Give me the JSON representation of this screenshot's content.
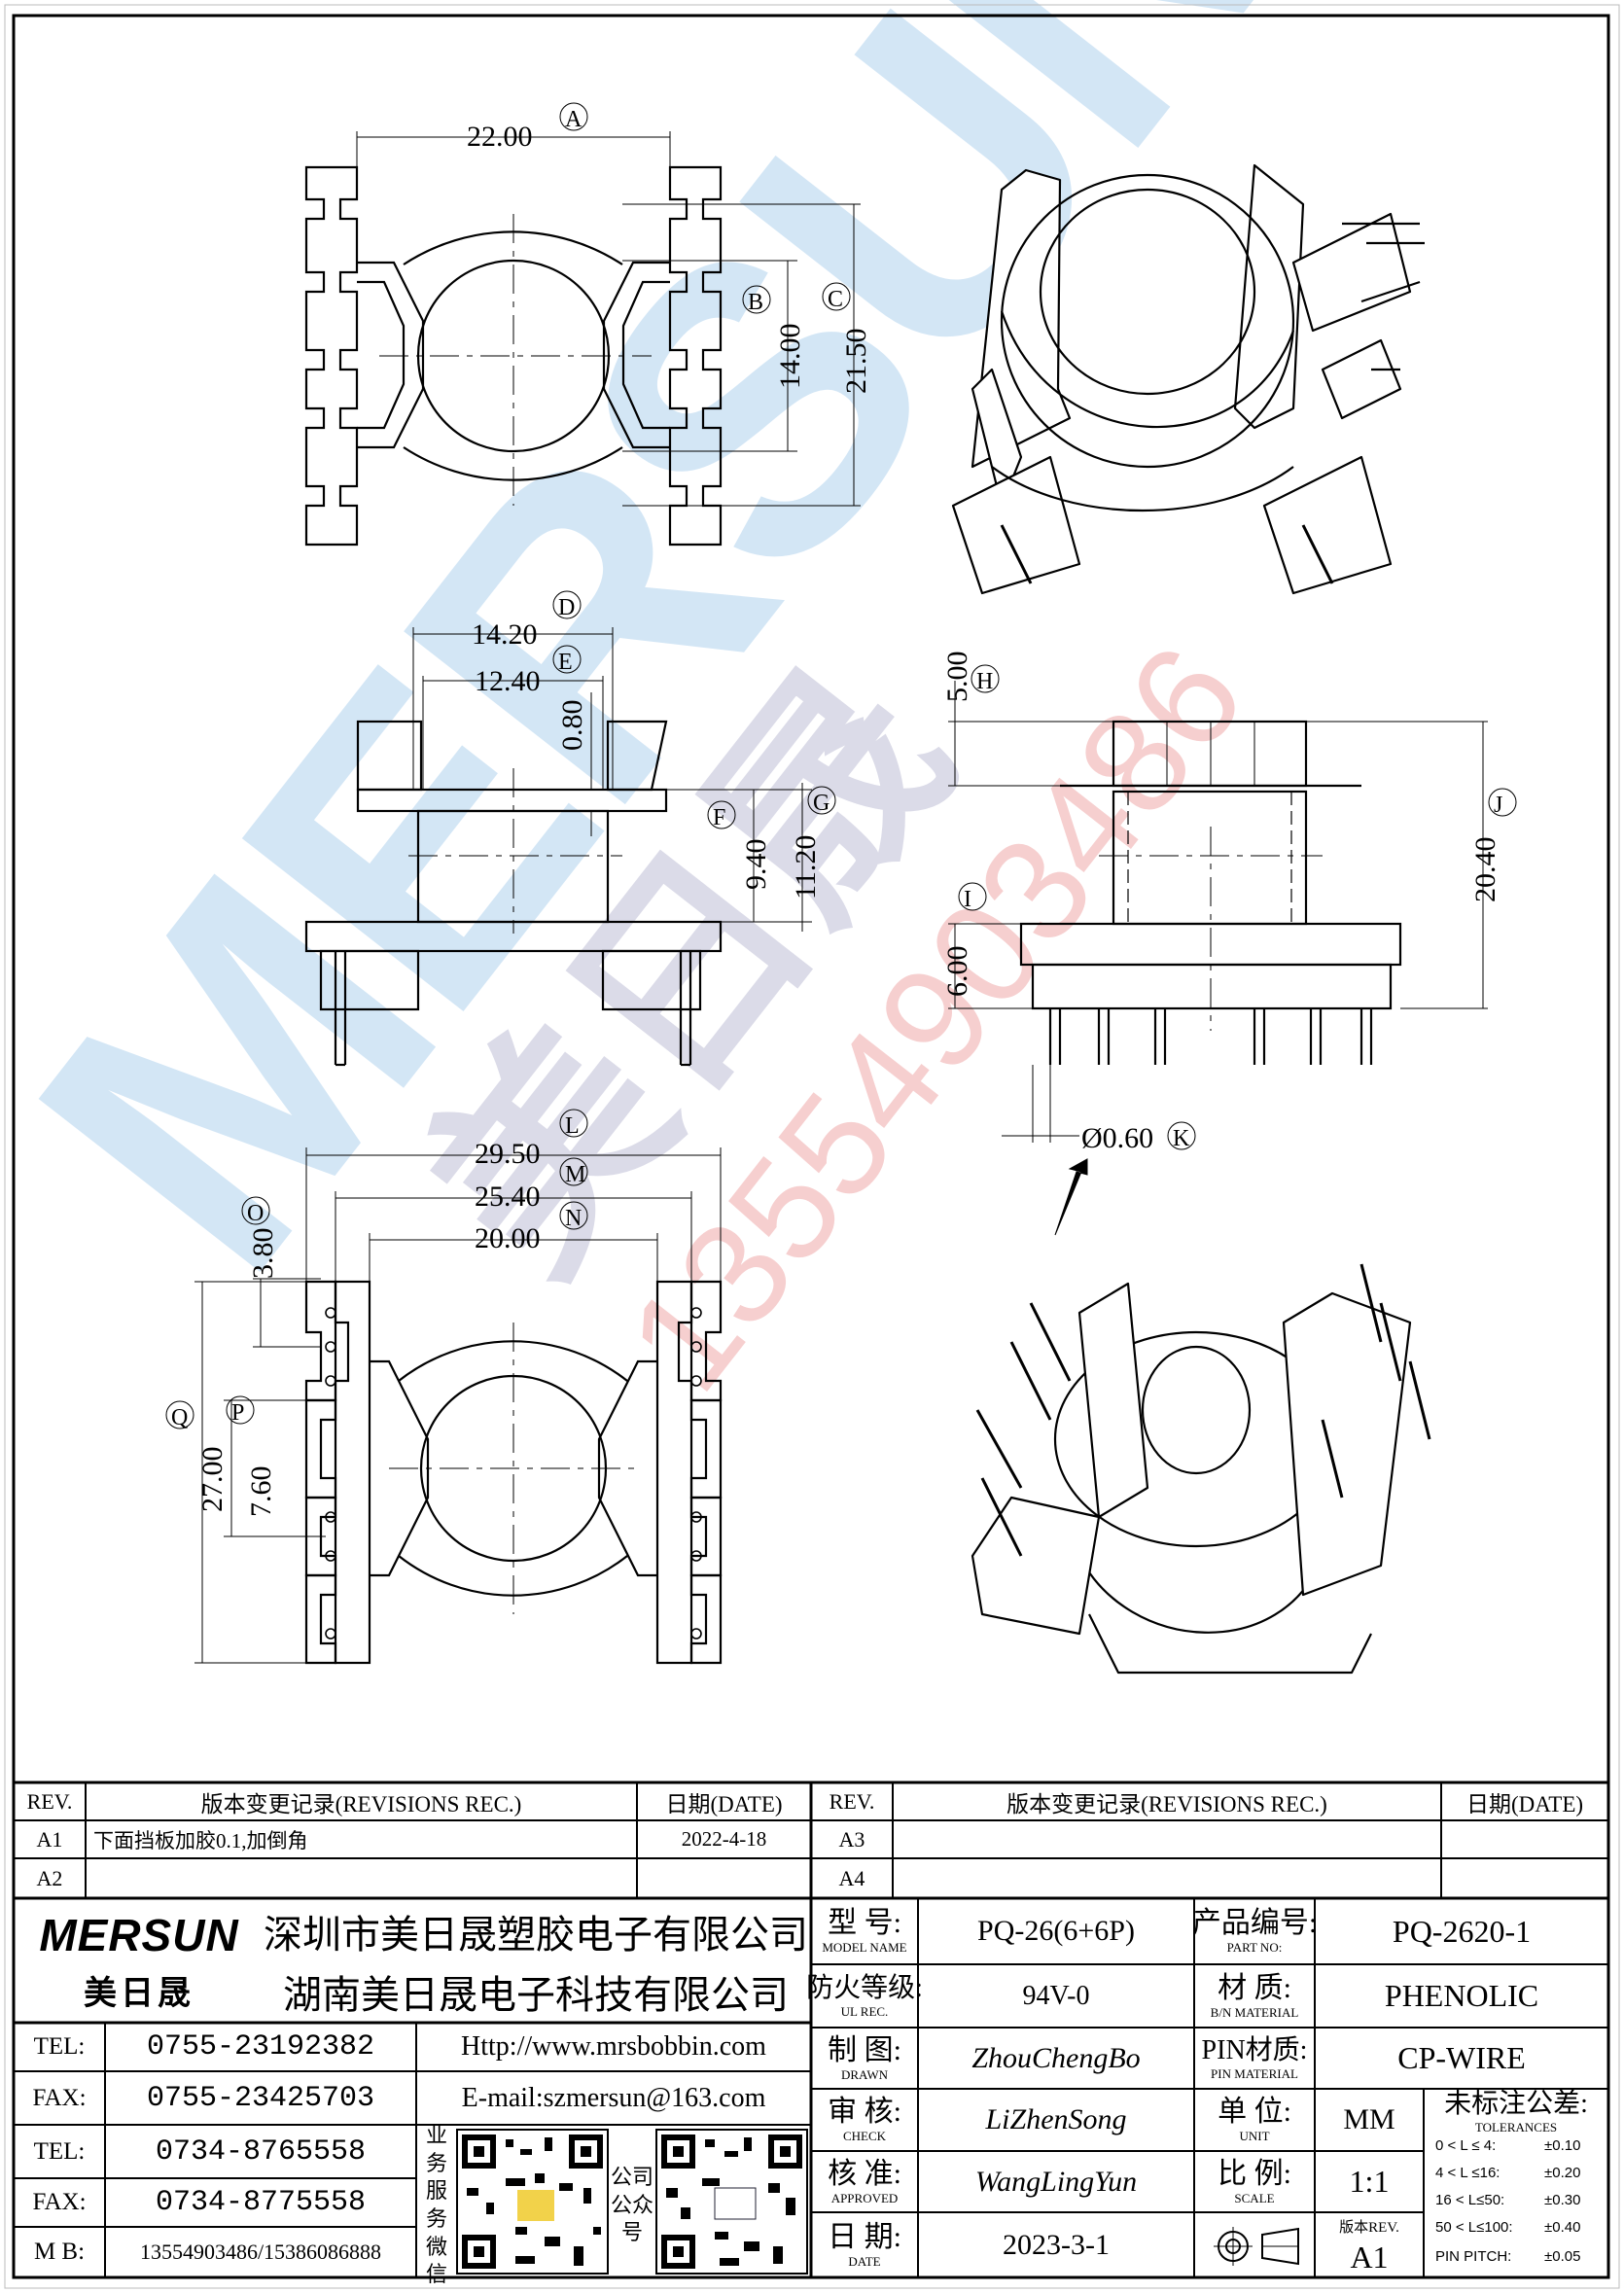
{
  "watermark": {
    "brand": "MERSUN",
    "cn": "美日晟",
    "phone": "13554903486"
  },
  "dims": {
    "A": {
      "value": "22.00",
      "tag": "A"
    },
    "B": {
      "value": "14.00",
      "tag": "B"
    },
    "C": {
      "value": "21.50",
      "tag": "C"
    },
    "D": {
      "value": "14.20",
      "tag": "D"
    },
    "E": {
      "value": "12.40",
      "tag": "E"
    },
    "E2": {
      "value": "0.80"
    },
    "F": {
      "value": "9.40",
      "tag": "F"
    },
    "G": {
      "value": "11.20",
      "tag": "G"
    },
    "H": {
      "value": "5.00",
      "tag": "H"
    },
    "I": {
      "value": "6.00",
      "tag": "I"
    },
    "J": {
      "value": "20.40",
      "tag": "J"
    },
    "K": {
      "value": "Ø0.60",
      "tag": "K"
    },
    "L": {
      "value": "29.50",
      "tag": "L"
    },
    "M": {
      "value": "25.40",
      "tag": "M"
    },
    "N": {
      "value": "20.00",
      "tag": "N"
    },
    "O": {
      "value": "3.80",
      "tag": "O"
    },
    "P": {
      "value": "7.60",
      "tag": "P"
    },
    "Q": {
      "value": "27.00",
      "tag": "Q"
    }
  },
  "rev_left": {
    "h_rev": "REV.",
    "h_rec": "版本变更记录(REVISIONS REC.)",
    "h_date": "日期(DATE)",
    "rows": [
      {
        "rev": "A1",
        "rec": "下面挡板加胶0.1,加倒角",
        "date": "2022-4-18"
      },
      {
        "rev": "A2",
        "rec": "",
        "date": ""
      }
    ]
  },
  "rev_right": {
    "h_rev": "REV.",
    "h_rec": "版本变更记录(REVISIONS REC.)",
    "h_date": "日期(DATE)",
    "rows": [
      {
        "rev": "A3",
        "rec": "",
        "date": ""
      },
      {
        "rev": "A4",
        "rec": "",
        "date": ""
      }
    ]
  },
  "company": {
    "logo": "MERSUN",
    "logo_cn": "美日晟",
    "name1": "深圳市美日晟塑胶电子有限公司",
    "name2": "湖南美日晟电子科技有限公司"
  },
  "contacts": [
    {
      "label": "TEL:",
      "value": "0755-23192382",
      "extra": "Http://www.mrsbobbin.com"
    },
    {
      "label": "FAX:",
      "value": "0755-23425703",
      "extra": "E-mail:szmersun@163.com"
    },
    {
      "label": "TEL:",
      "value": "0734-8765558"
    },
    {
      "label": "FAX:",
      "value": "0734-8775558"
    },
    {
      "label": "M B:",
      "value": "13554903486/15386086888"
    }
  ],
  "qr": {
    "left_label": "业务服务微信",
    "right_label": "公司公众号"
  },
  "title_block": {
    "model_cn": "型 号:",
    "model_en": "MODEL NAME",
    "model": "PQ-26(6+6P)",
    "part_cn": "产品编号:",
    "part_en": "PART NO:",
    "part": "PQ-2620-1",
    "ul_cn": "防火等级:",
    "ul_en": "UL REC.",
    "ul": "94V-0",
    "mat_cn": "材 质:",
    "mat_en": "B/N MATERIAL",
    "mat": "PHENOLIC",
    "drawn_cn": "制 图:",
    "drawn_en": "DRAWN",
    "drawn": "ZhouChengBo",
    "pinmat_cn": "PIN材质:",
    "pinmat_en": "PIN MATERIAL",
    "pinmat": "CP-WIRE",
    "check_cn": "审 核:",
    "check_en": "CHECK",
    "check": "LiZhenSong",
    "unit_cn": "单 位:",
    "unit_en": "UNIT",
    "unit": "MM",
    "tol_cn": "未标注公差:",
    "tol_en": "TOLERANCES",
    "approved_cn": "核 准:",
    "approved_en": "APPROVED",
    "approved": "WangLingYun",
    "scale_cn": "比 例:",
    "scale_en": "SCALE",
    "scale": "1:1",
    "date_cn": "日 期:",
    "date_en": "DATE",
    "date": "2023-3-1",
    "ver_cn": "版本REV.",
    "ver": "A1",
    "tolerances": [
      {
        "range": "0 < L ≤ 4:",
        "tol": "±0.10"
      },
      {
        "range": "4 < L ≤16:",
        "tol": "±0.20"
      },
      {
        "range": "16 < L≤50:",
        "tol": "±0.30"
      },
      {
        "range": "50 < L≤100:",
        "tol": "±0.40"
      },
      {
        "range": "PIN PITCH:",
        "tol": "±0.05"
      }
    ]
  }
}
